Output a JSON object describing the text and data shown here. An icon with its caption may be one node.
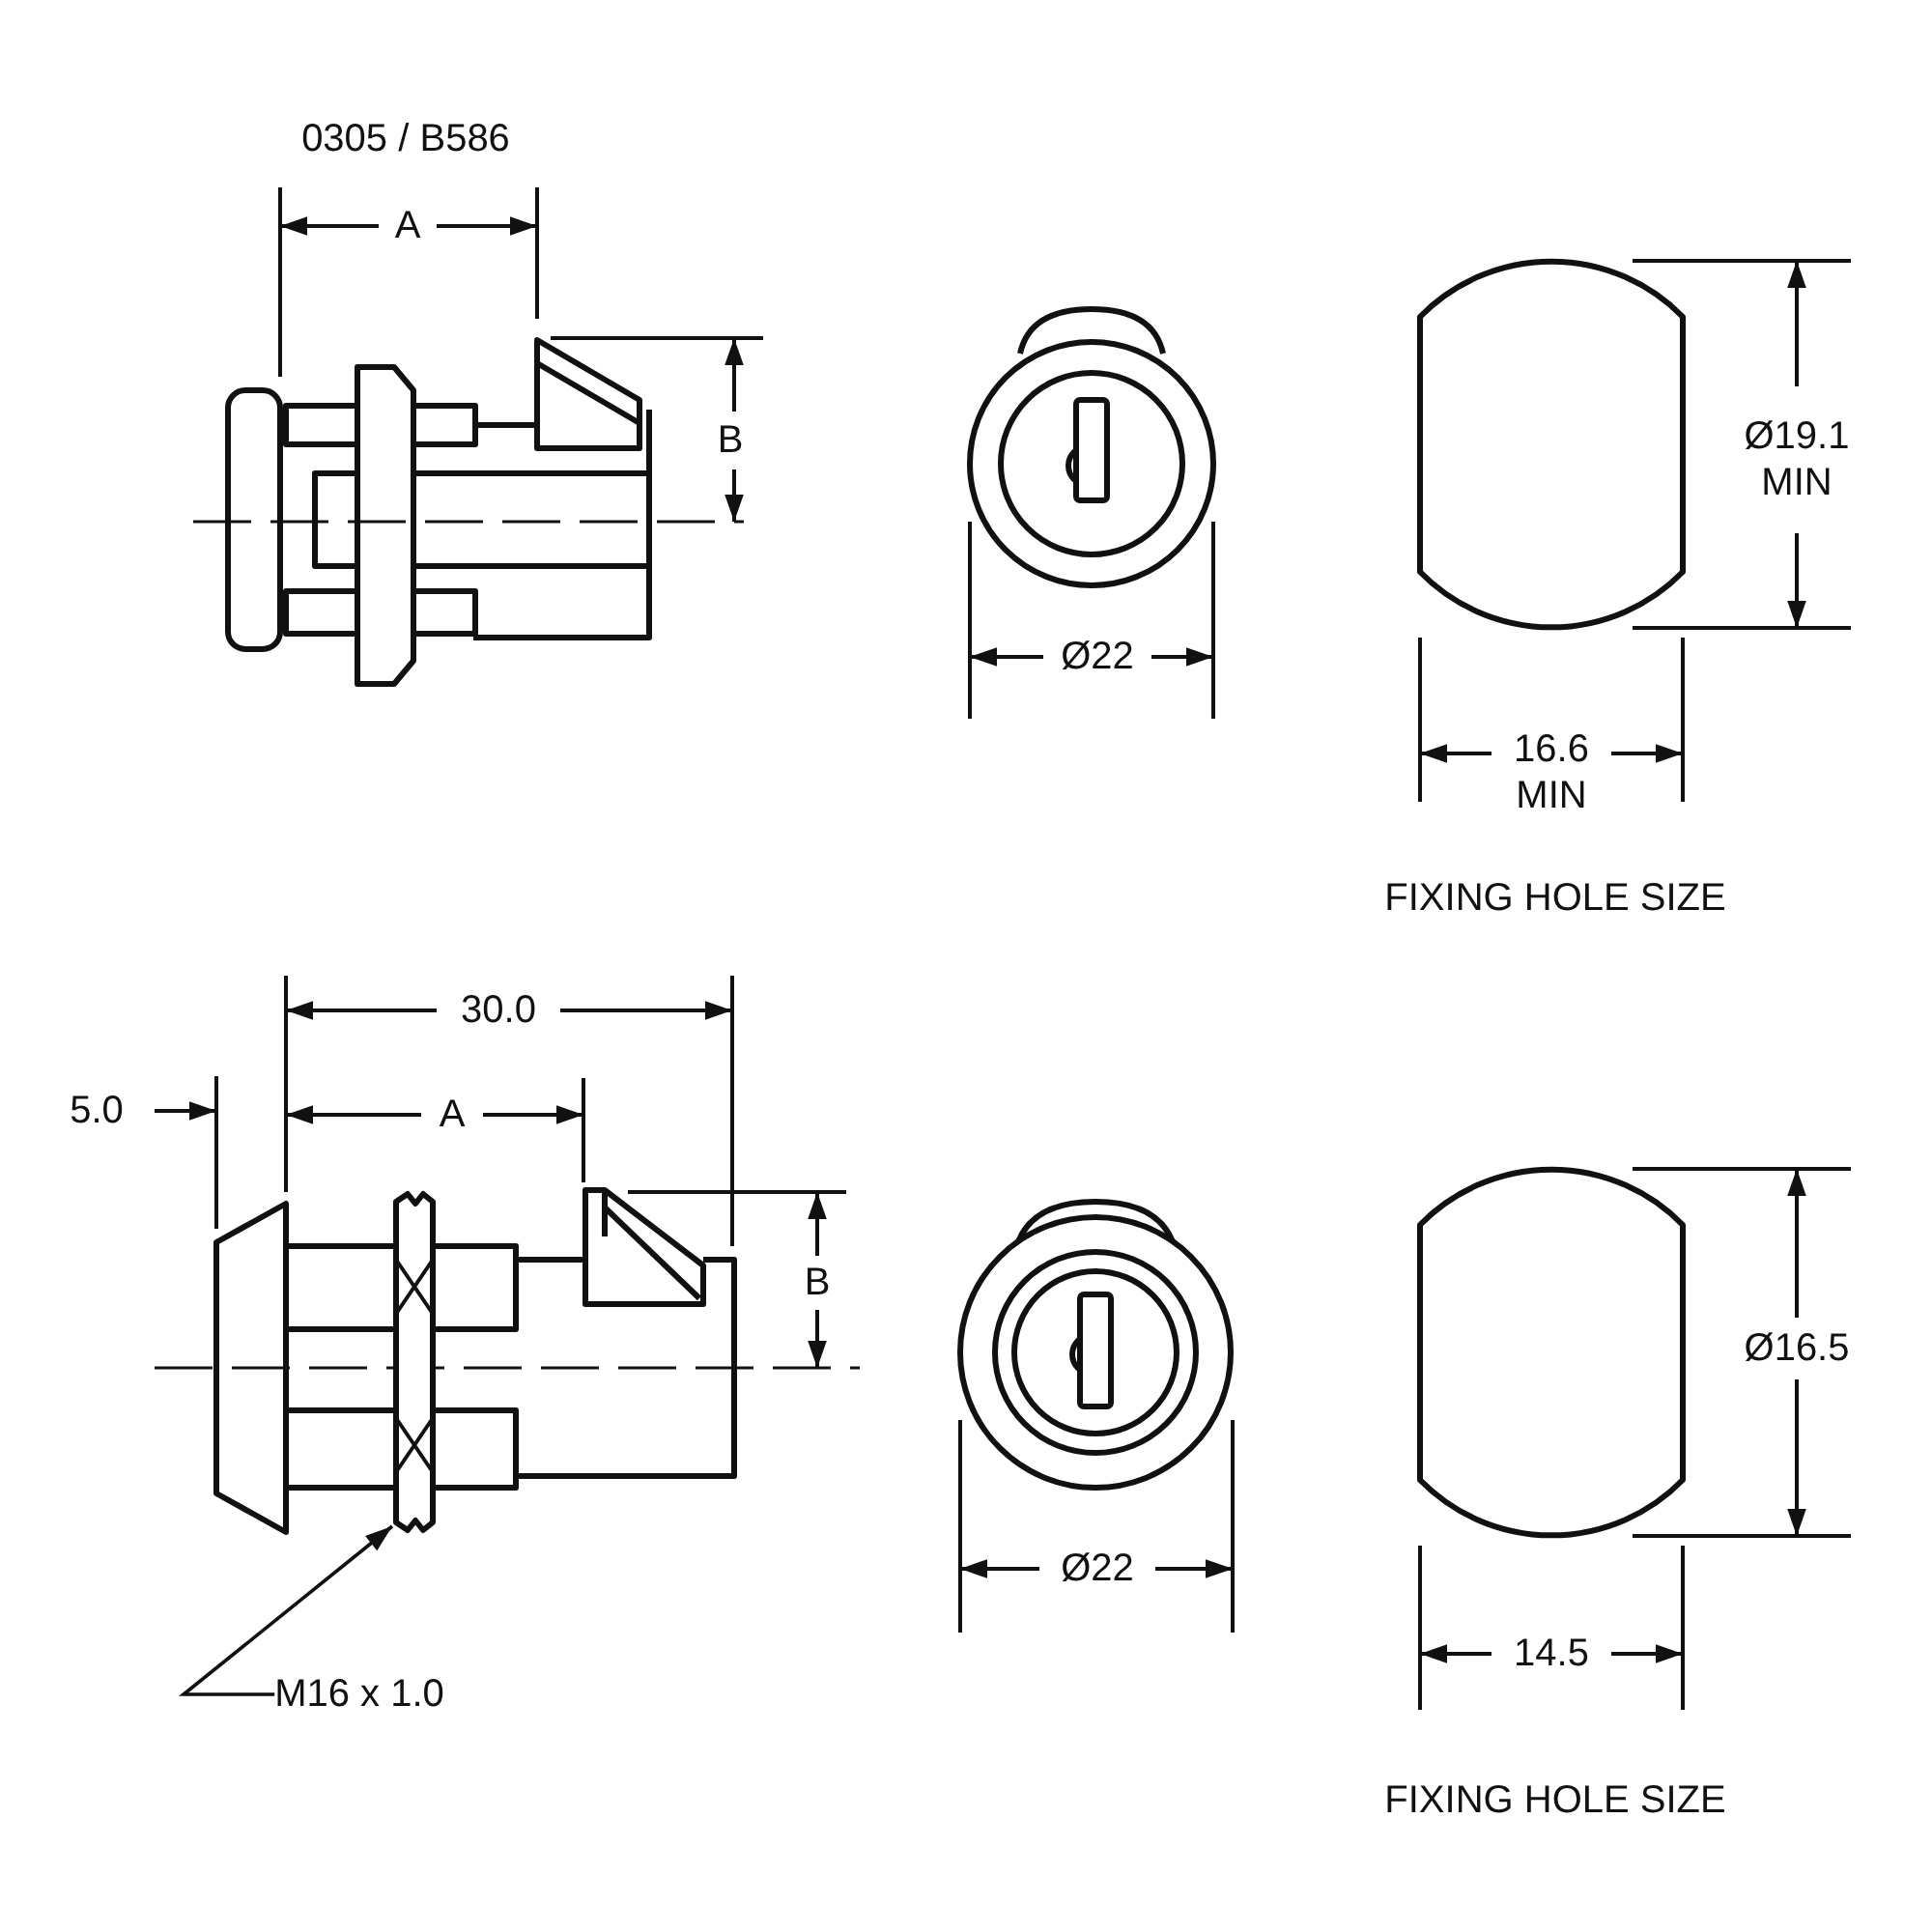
{
  "diagram": {
    "nodes": [
      {
        "text": [
          "M16 x 1.0"
        ]
      },
      {
        "text": [],
        "shape": "bar"
      }
    ],
    "edges": [
      {
        "from": 0,
        "to": 1,
        "arrow": "to"
      }
    ],
    "labels": [
      "0305 / B586",
      "A",
      "B",
      "Ø22",
      "Ø19.1 MIN",
      "16.6 MIN",
      "FIXING HOLE SIZE",
      "30.0",
      "5.0",
      "A",
      "B",
      "Ø16.5",
      "Ø22",
      "14.5",
      "FIXING HOLE SIZE"
    ]
  }
}
